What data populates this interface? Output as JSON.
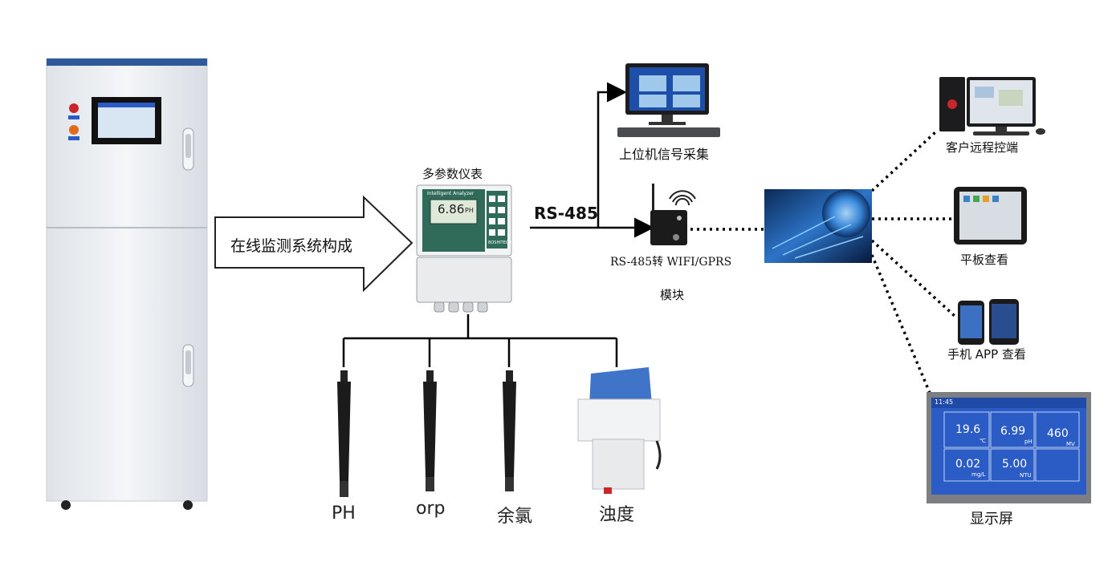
{
  "arrow_text": "在线监测系统构成",
  "meter": {
    "title": "多参数仪表",
    "brand": "Intelligent Analyzer",
    "reading_value": "6.86",
    "reading_unit": "PH",
    "logo_text": "BOSHITECH"
  },
  "link_label": "RS-485",
  "upper_computer_label": "上位机信号采集",
  "module_label_line1": "RS-485转 WIFI/GPRS",
  "module_label_line2": "模块",
  "remote_pc_label": "客户远程控端",
  "tablet_label": "平板查看",
  "phone_label": "手机 APP 查看",
  "display_label": "显示屏",
  "display_screen": {
    "time": "11:45",
    "cells": [
      {
        "value": "19.6",
        "unit": "℃"
      },
      {
        "value": "6.99",
        "unit": "pH"
      },
      {
        "value": "460",
        "unit": "MV"
      },
      {
        "value": "0.02",
        "unit": "mg/L"
      },
      {
        "value": "5.00",
        "unit": "NTU"
      },
      {
        "value": "",
        "unit": ""
      }
    ]
  },
  "sensors": [
    {
      "label": "PH"
    },
    {
      "label": "orp"
    },
    {
      "label": "余氯"
    },
    {
      "label": "浊度"
    }
  ],
  "colors": {
    "cabinet": "#eef0f3",
    "cabinet_top": "#2f5a9a",
    "meter_green": "#2f6b58",
    "display_blue": "#2b5bc4",
    "line": "#000000"
  }
}
